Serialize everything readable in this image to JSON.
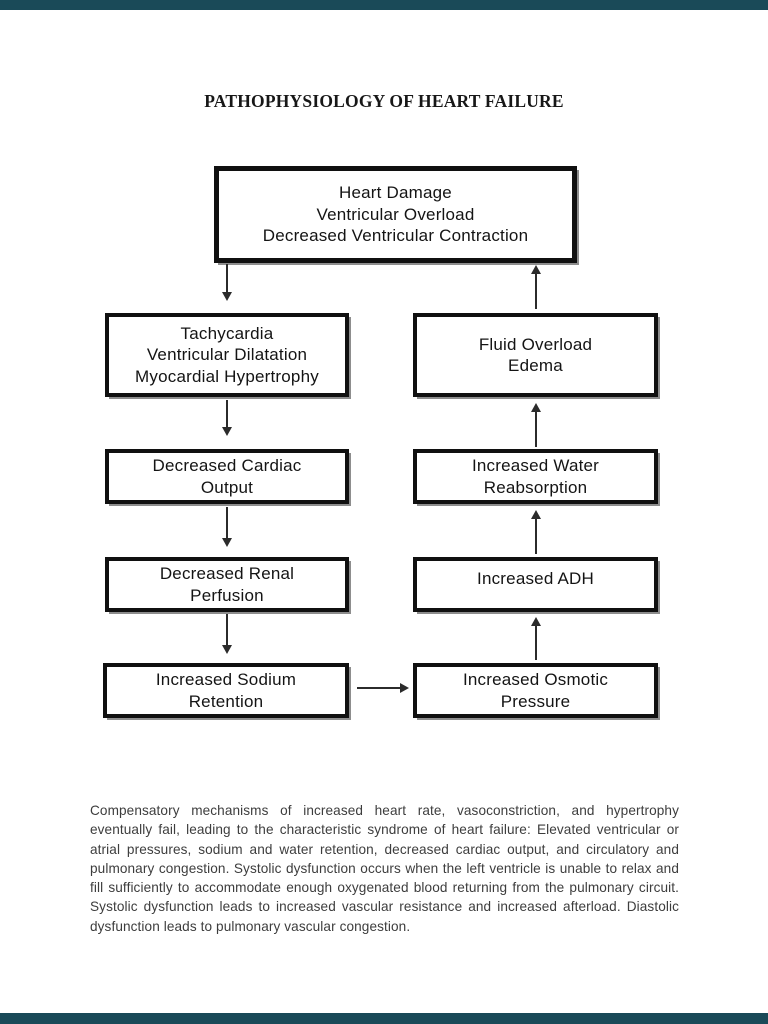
{
  "page": {
    "title": "PATHOPHYSIOLOGY OF HEART FAILURE"
  },
  "flowchart": {
    "root": {
      "text": "Heart Damage\nVentricular Overload\nDecreased Ventricular Contraction"
    },
    "left": [
      {
        "text": "Tachycardia\nVentricular Dilatation\nMyocardial Hypertrophy"
      },
      {
        "text": "Decreased Cardiac\nOutput"
      },
      {
        "text": "Decreased Renal\nPerfusion"
      },
      {
        "text": "Increased Sodium\nRetention"
      }
    ],
    "right": [
      {
        "text": "Fluid Overload\nEdema"
      },
      {
        "text": "Increased Water\nReabsorption"
      },
      {
        "text": "Increased ADH"
      },
      {
        "text": "Increased Osmotic\nPressure"
      }
    ]
  },
  "paragraph": {
    "text": "Compensatory mechanisms of increased heart rate, vasoconstriction, and hypertrophy eventually fail, leading to the characteristic syndrome of heart failure: Elevated ventricular or atrial pressures, sodium and water retention, decreased cardiac output, and circulatory and pulmonary congestion. Systolic dysfunction occurs when the left ventricle is unable to relax and fill sufficiently to accommodate enough oxygenated blood returning from the pulmonary circuit. Systolic dysfunction leads to increased vascular resistance and increased afterload. Diastolic dysfunction leads to pulmonary vascular congestion."
  },
  "colors": {
    "viewer_bar": "#1a4a58",
    "page_background": "#ffffff",
    "box_border": "#101010",
    "body_text": "#3d3d3d"
  }
}
